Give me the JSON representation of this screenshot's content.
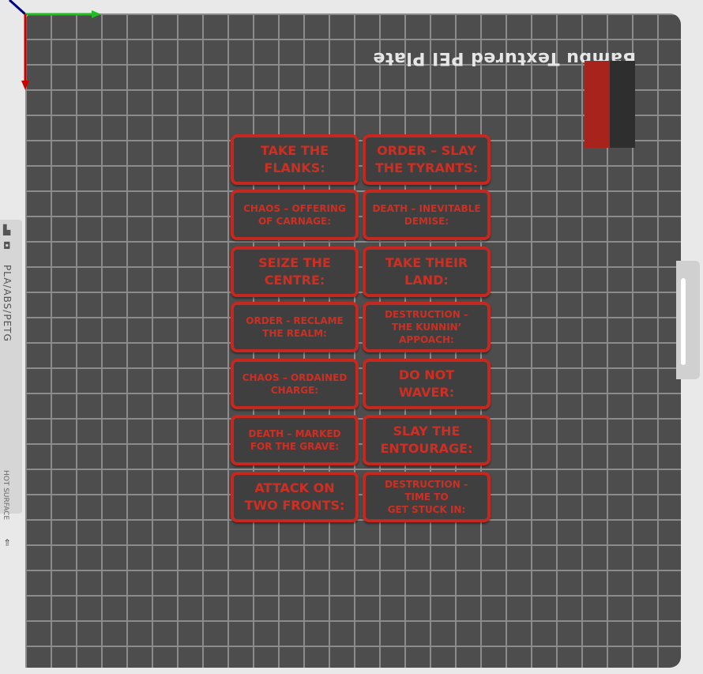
{
  "plate": {
    "name": "Bambu Textured PEI Plate",
    "side_label": "PLA/ABS/PETG",
    "warning": "HOT SURFACE",
    "filament_colors": [
      "#a8231c",
      "#2e2e2e"
    ]
  },
  "tags": [
    {
      "text": "TAKE THE\nFLANKS:",
      "size": "big"
    },
    {
      "text": "ORDER – SLAY\nTHE TYRANTS:",
      "size": "big"
    },
    {
      "text": "CHAOS – OFFERING\nOF CARNAGE:",
      "size": "small"
    },
    {
      "text": "DEATH – INEVITABLE\nDEMISE:",
      "size": "small"
    },
    {
      "text": "SEIZE THE\nCENTRE:",
      "size": "big"
    },
    {
      "text": "TAKE THEIR\nLAND:",
      "size": "big"
    },
    {
      "text": "ORDER - RECLAME\nTHE REALM:",
      "size": "small"
    },
    {
      "text": "DESTRUCTION –\nTHE KUNNIN’\nAPPOACH:",
      "size": "small"
    },
    {
      "text": "CHAOS – ORDAINED\nCHARGE:",
      "size": "small"
    },
    {
      "text": "DO NOT\nWAVER:",
      "size": "big"
    },
    {
      "text": "DEATH – MARKED\nFOR THE GRAVE:",
      "size": "small"
    },
    {
      "text": "SLAY THE\nENTOURAGE:",
      "size": "big"
    },
    {
      "text": "ATTACK ON\nTWO FRONTS:",
      "size": "big"
    },
    {
      "text": "DESTRUCTION –\nTIME TO\nGET STUCK IN:",
      "size": "small"
    }
  ],
  "colors": {
    "x_axis": "#cc0000",
    "y_axis": "#22bb22",
    "z_axis": "#000088",
    "tag_red": "#c5281f"
  }
}
